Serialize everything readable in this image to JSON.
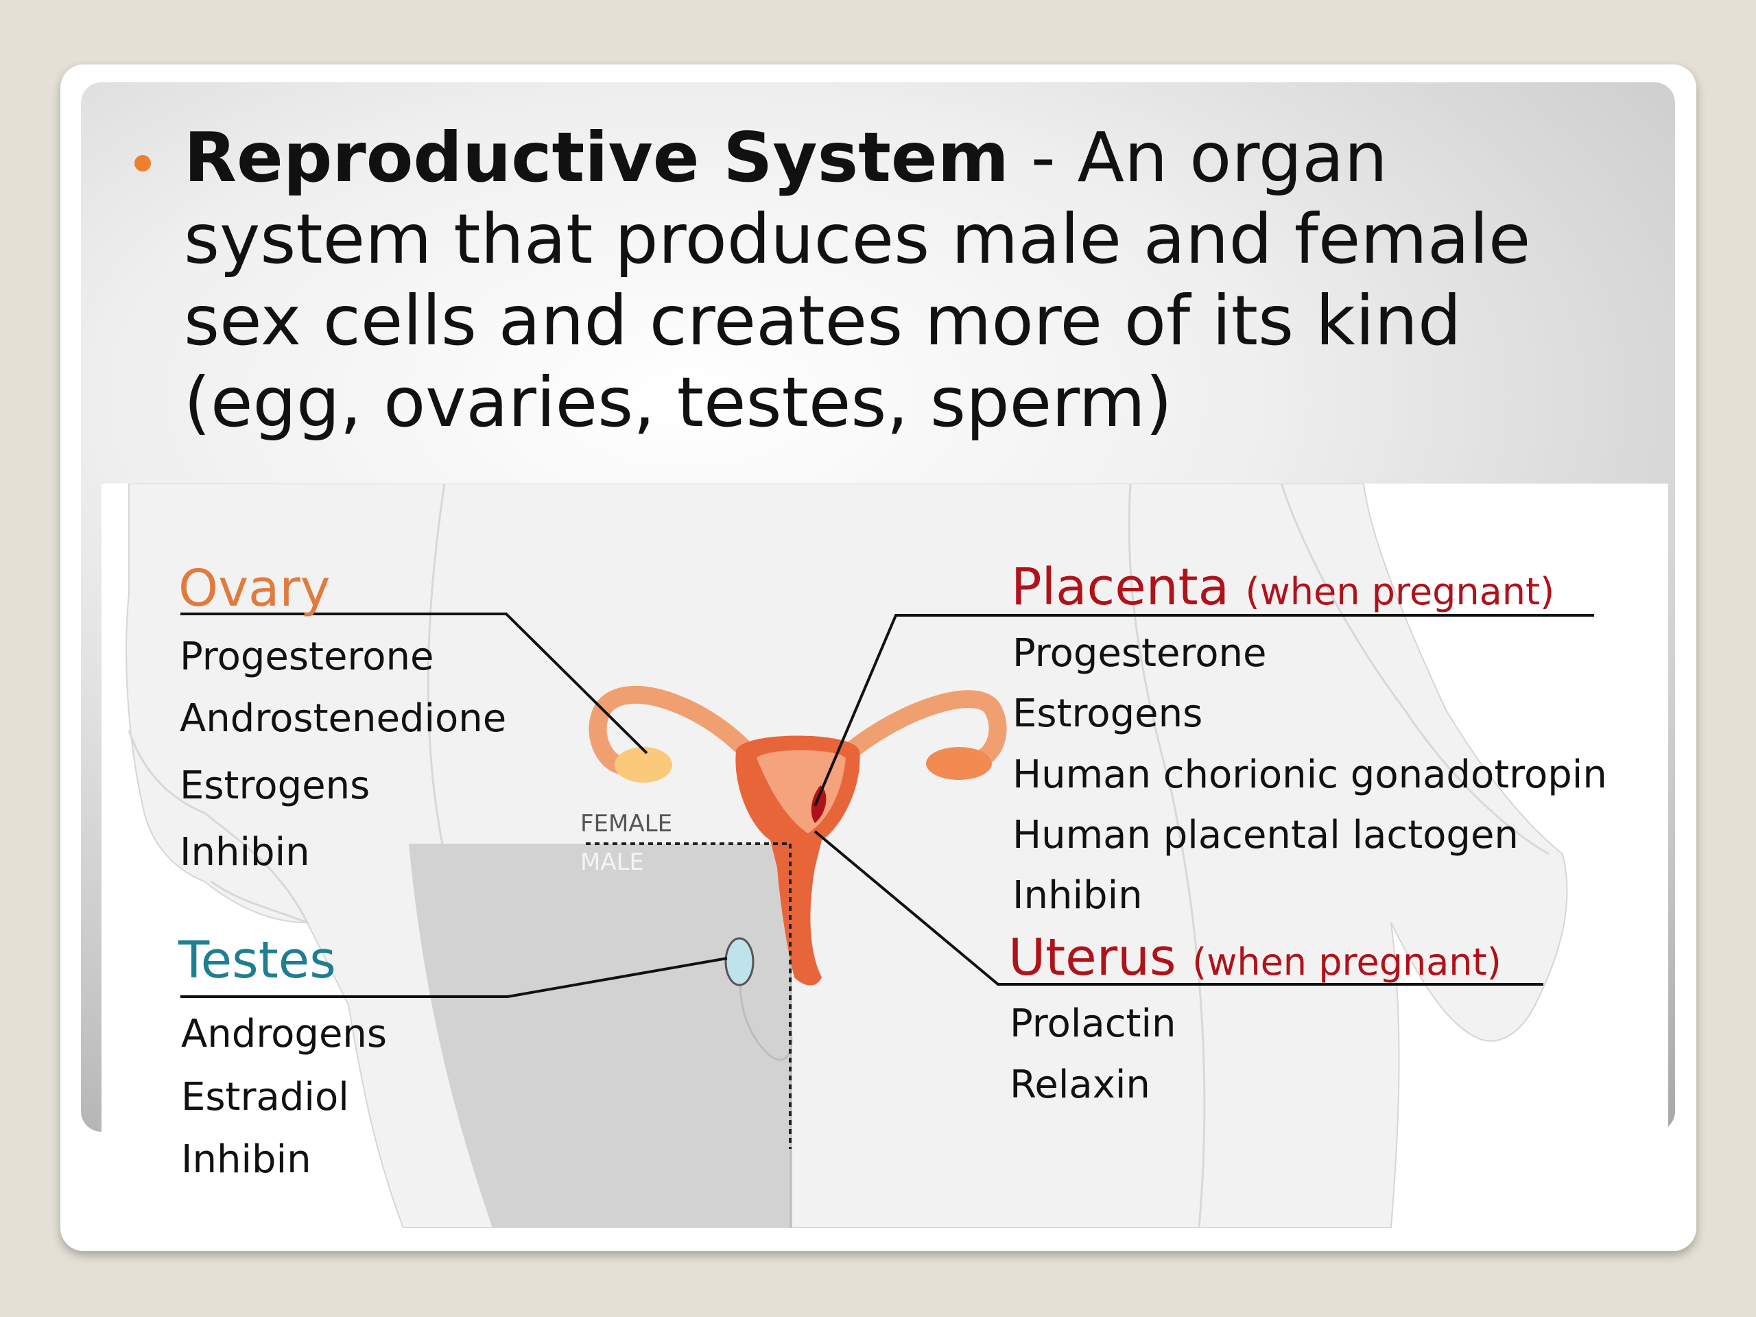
{
  "bullet": {
    "term": "Reproductive System",
    "definition": " - An organ system that produces male and female sex cells and creates more of its kind (egg, ovaries, testes, sperm)"
  },
  "colors": {
    "bullet_dot": "#ee7f2d",
    "ovary_heading": "#e07b3d",
    "testes_heading": "#1e7e92",
    "placenta_uterus_heading": "#b0121a"
  },
  "diagram": {
    "ovary": {
      "heading": "Ovary",
      "hormones": [
        "Progesterone",
        "Androstenedione",
        "Estrogens",
        "Inhibin"
      ]
    },
    "testes": {
      "heading": "Testes",
      "hormones": [
        "Androgens",
        "Estradiol",
        "Inhibin"
      ]
    },
    "placenta": {
      "heading": "Placenta",
      "qualifier": "(when pregnant)",
      "hormones": [
        "Progesterone",
        "Estrogens",
        "Human chorionic gonadotropin",
        "Human placental lactogen",
        "Inhibin"
      ]
    },
    "uterus": {
      "heading": "Uterus",
      "qualifier": "(when pregnant)",
      "hormones": [
        "Prolactin",
        "Relaxin"
      ]
    },
    "divider": {
      "female_label": "FEMALE",
      "male_label": "MALE"
    }
  }
}
